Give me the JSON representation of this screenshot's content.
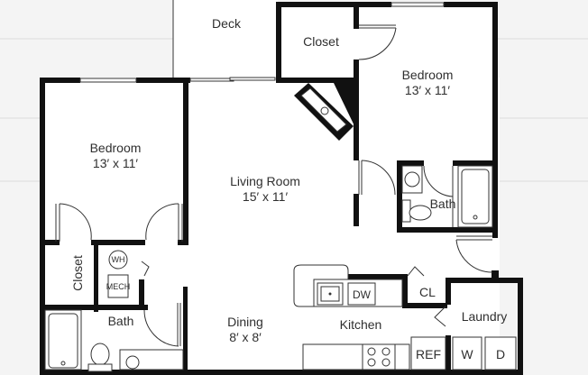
{
  "floorplan": {
    "rooms": {
      "deck": {
        "name": "Deck"
      },
      "closet_top": {
        "name": "Closet"
      },
      "bedroom_right": {
        "name": "Bedroom",
        "size": "13′ x 11′"
      },
      "bedroom_left": {
        "name": "Bedroom",
        "size": "13′ x 11′"
      },
      "living_room": {
        "name": "Living Room",
        "size": "15′ x 11′"
      },
      "bath_right": {
        "name": "Bath"
      },
      "closet_left": {
        "name": "Closet"
      },
      "bath_left": {
        "name": "Bath"
      },
      "dining": {
        "name": "Dining",
        "size": "8′ x 8′"
      },
      "kitchen": {
        "name": "Kitchen"
      },
      "laundry": {
        "name": "Laundry"
      }
    },
    "fixtures": {
      "water_heater": "WH",
      "mechanical": "MECH",
      "dishwasher": "DW",
      "closet_small": "CL",
      "refrigerator": "REF",
      "washer": "W",
      "dryer": "D"
    },
    "colors": {
      "wall": "#111111",
      "line": "#333333",
      "background": "#f4f4f4",
      "floor": "#ffffff",
      "text": "#2f2f2f"
    }
  }
}
